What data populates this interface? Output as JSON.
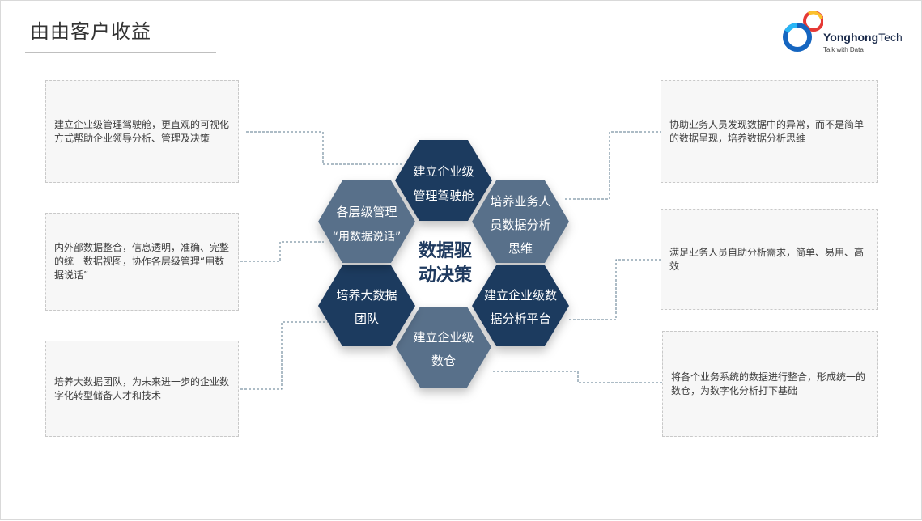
{
  "header": {
    "title": "由由客户收益"
  },
  "logo": {
    "name_a": "Yonghong",
    "name_b": "Tech",
    "tagline": "Talk with Data"
  },
  "center": {
    "line1": "数据驱",
    "line2": "动决策"
  },
  "hexagons": [
    {
      "id": "cockpit",
      "line1": "建立企业级",
      "line2": "管理驾驶舱",
      "line3": ""
    },
    {
      "id": "analysis-thinking",
      "line1": "培养业务人",
      "line2": "员数据分析",
      "line3": "思维"
    },
    {
      "id": "platform",
      "line1": "建立企业级数",
      "line2": "据分析平台",
      "line3": ""
    },
    {
      "id": "warehouse",
      "line1": "建立企业级",
      "line2": "数仓",
      "line3": ""
    },
    {
      "id": "team",
      "line1": "培养大数据",
      "line2": "团队",
      "line3": ""
    },
    {
      "id": "data-speak",
      "line1": "各层级管理",
      "line2": "“用数据说话”",
      "line3": ""
    }
  ],
  "boxes": {
    "left_top": "建立企业级管理驾驶舱，更直观的可视化方式帮助企业领导分析、管理及决策",
    "left_mid": "内外部数据整合，信息透明，准确、完整的统一数据视图，协作各层级管理“用数据说话”",
    "left_bottom": "培养大数据团队，为未来进一步的企业数字化转型储备人才和技术",
    "right_top": "协助业务人员发现数据中的异常，而不是简单的数据呈现，培养数据分析思维",
    "right_mid": "满足业务人员自助分析需求，简单、易用、高效",
    "right_bottom": "将各个业务系统的数据进行整合，形成统一的数仓，为数字化分析打下基础"
  },
  "colors": {
    "dark_hex": "#1f3a5f",
    "light_hex": "#58708a",
    "connector": "#5b7a8e"
  }
}
